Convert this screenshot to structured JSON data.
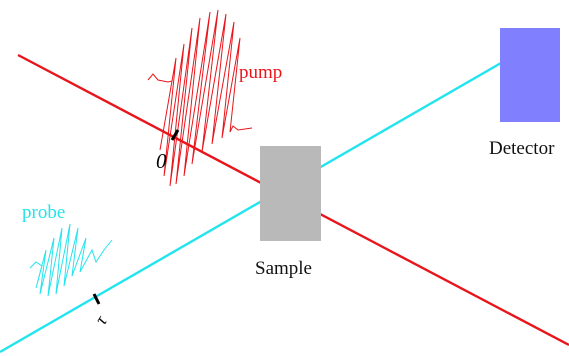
{
  "labels": {
    "pump": "pump",
    "probe": "probe",
    "sample": "Sample",
    "detector": "Detector",
    "pump_delay": "0",
    "probe_delay": "τ"
  },
  "colors": {
    "pump": "#e8151b",
    "probe": "#22e4ee",
    "sample": "#b9b9b9",
    "detector": "#8080ff",
    "marker": "#000000",
    "background": "#ffffff"
  }
}
